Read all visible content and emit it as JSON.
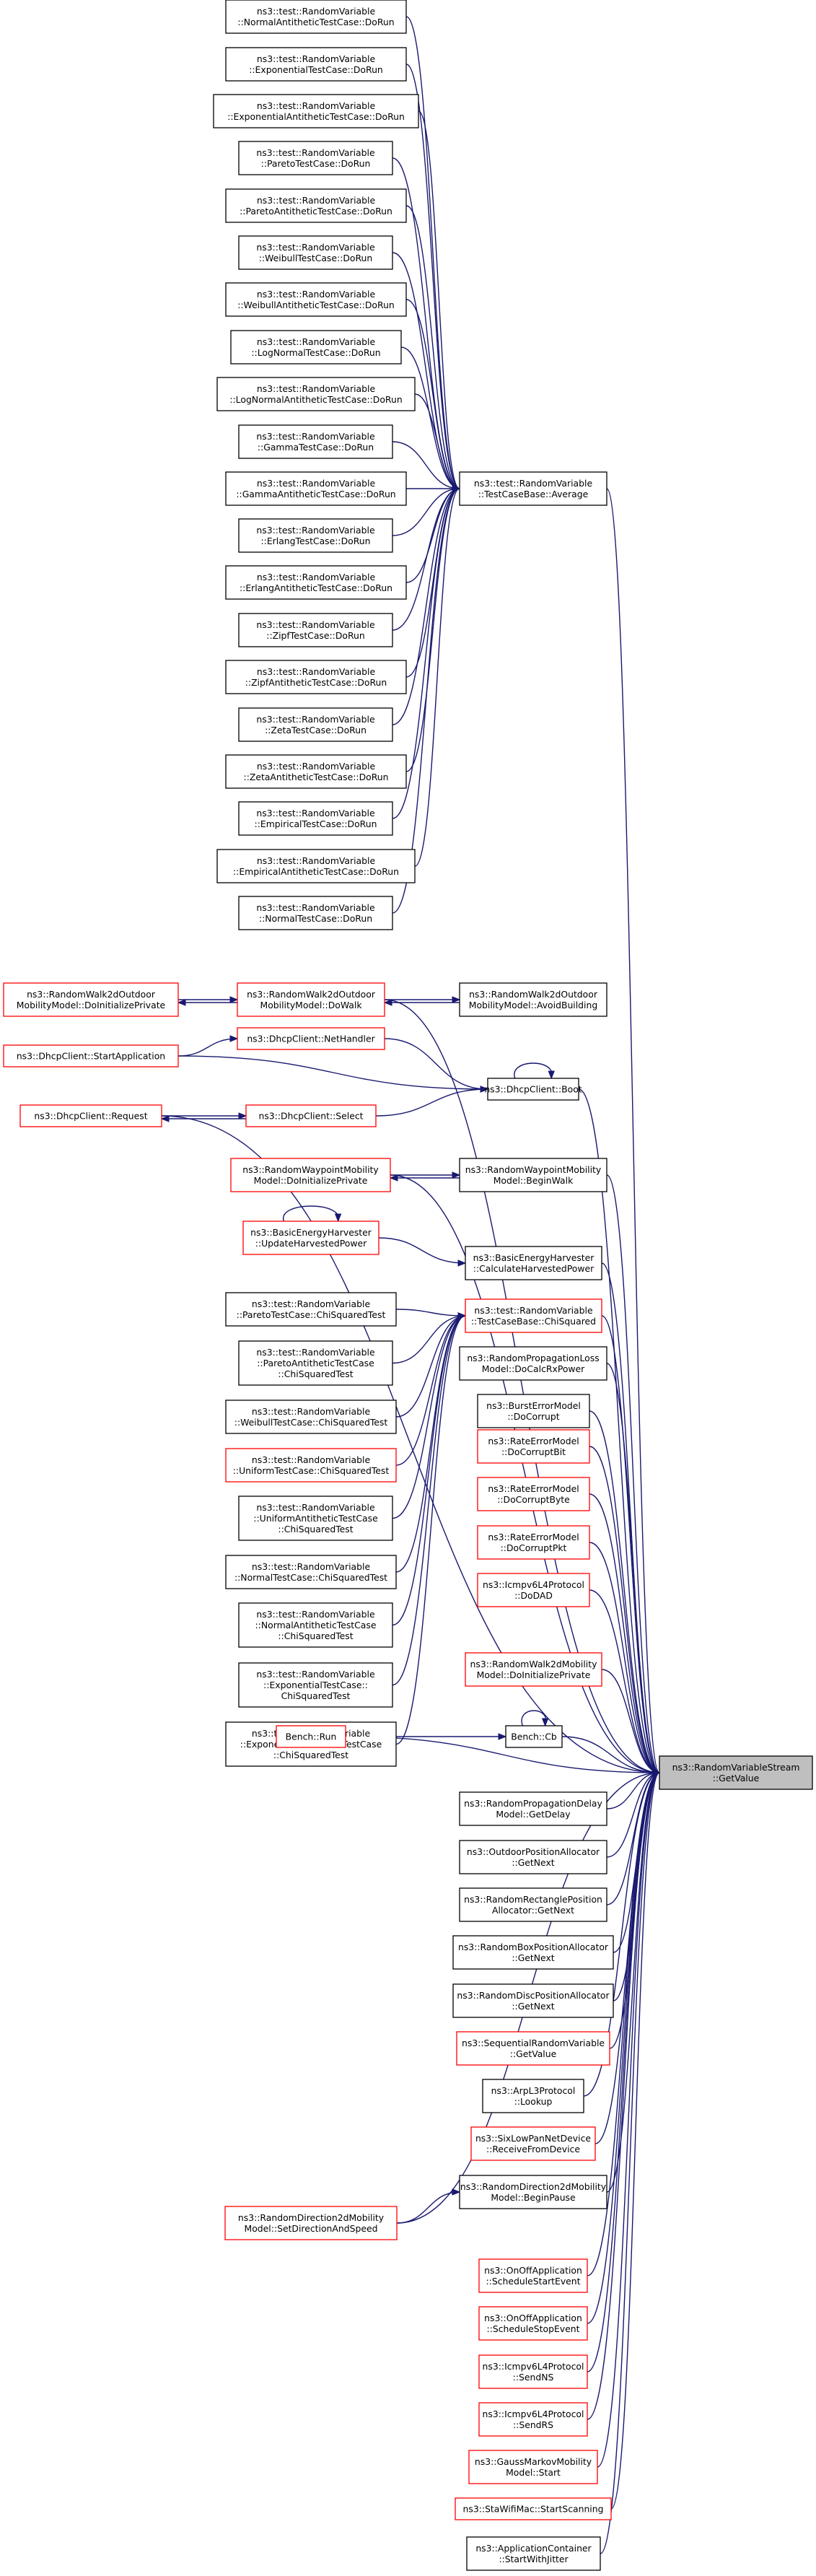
{
  "colors": {
    "edge": "#191970",
    "red_border": "#ff0000",
    "black_border": "#000000",
    "target_fill": "#bfbfbf"
  },
  "nodes": [
    {
      "id": "n1",
      "lines": [
        "ns3::test::RandomVariable",
        "::NormalAntitheticTestCase::DoRun"
      ],
      "style": "black"
    },
    {
      "id": "n2",
      "lines": [
        "ns3::test::RandomVariable",
        "::ExponentialTestCase::DoRun"
      ],
      "style": "black"
    },
    {
      "id": "n3",
      "lines": [
        "ns3::test::RandomVariable",
        "::ExponentialAntitheticTestCase::DoRun"
      ],
      "style": "black"
    },
    {
      "id": "n4",
      "lines": [
        "ns3::test::RandomVariable",
        "::ParetoTestCase::DoRun"
      ],
      "style": "black"
    },
    {
      "id": "n5",
      "lines": [
        "ns3::test::RandomVariable",
        "::ParetoAntitheticTestCase::DoRun"
      ],
      "style": "black"
    },
    {
      "id": "n6",
      "lines": [
        "ns3::test::RandomVariable",
        "::WeibullTestCase::DoRun"
      ],
      "style": "black"
    },
    {
      "id": "n7",
      "lines": [
        "ns3::test::RandomVariable",
        "::WeibullAntitheticTestCase::DoRun"
      ],
      "style": "black"
    },
    {
      "id": "n8",
      "lines": [
        "ns3::test::RandomVariable",
        "::LogNormalTestCase::DoRun"
      ],
      "style": "black"
    },
    {
      "id": "n9",
      "lines": [
        "ns3::test::RandomVariable",
        "::LogNormalAntitheticTestCase::DoRun"
      ],
      "style": "black"
    },
    {
      "id": "n10",
      "lines": [
        "ns3::test::RandomVariable",
        "::GammaTestCase::DoRun"
      ],
      "style": "black"
    },
    {
      "id": "n11",
      "lines": [
        "ns3::test::RandomVariable",
        "::GammaAntitheticTestCase::DoRun"
      ],
      "style": "black"
    },
    {
      "id": "n12",
      "lines": [
        "ns3::test::RandomVariable",
        "::ErlangTestCase::DoRun"
      ],
      "style": "black"
    },
    {
      "id": "n13",
      "lines": [
        "ns3::test::RandomVariable",
        "::ErlangAntitheticTestCase::DoRun"
      ],
      "style": "black"
    },
    {
      "id": "n14",
      "lines": [
        "ns3::test::RandomVariable",
        "::ZipfTestCase::DoRun"
      ],
      "style": "black"
    },
    {
      "id": "n15",
      "lines": [
        "ns3::test::RandomVariable",
        "::ZipfAntitheticTestCase::DoRun"
      ],
      "style": "black"
    },
    {
      "id": "n16",
      "lines": [
        "ns3::test::RandomVariable",
        "::ZetaTestCase::DoRun"
      ],
      "style": "black"
    },
    {
      "id": "n17",
      "lines": [
        "ns3::test::RandomVariable",
        "::ZetaAntitheticTestCase::DoRun"
      ],
      "style": "black"
    },
    {
      "id": "n18",
      "lines": [
        "ns3::test::RandomVariable",
        "::EmpiricalTestCase::DoRun"
      ],
      "style": "black"
    },
    {
      "id": "n19",
      "lines": [
        "ns3::test::RandomVariable",
        "::EmpiricalAntitheticTestCase::DoRun"
      ],
      "style": "black"
    },
    {
      "id": "n20",
      "lines": [
        "ns3::test::RandomVariable",
        "::NormalTestCase::DoRun"
      ],
      "style": "black"
    },
    {
      "id": "avg",
      "lines": [
        "ns3::test::RandomVariable",
        "::TestCaseBase::Average"
      ],
      "style": "black"
    },
    {
      "id": "rw_init",
      "lines": [
        "ns3::RandomWalk2dOutdoor",
        "MobilityModel::DoInitializePrivate"
      ],
      "style": "red"
    },
    {
      "id": "rw_walk",
      "lines": [
        "ns3::RandomWalk2dOutdoor",
        "MobilityModel::DoWalk"
      ],
      "style": "red"
    },
    {
      "id": "rw_avoid",
      "lines": [
        "ns3::RandomWalk2dOutdoor",
        "MobilityModel::AvoidBuilding"
      ],
      "style": "black"
    },
    {
      "id": "dhcp_start",
      "lines": [
        "ns3::DhcpClient::StartApplication"
      ],
      "style": "red"
    },
    {
      "id": "dhcp_net",
      "lines": [
        "ns3::DhcpClient::NetHandler"
      ],
      "style": "red"
    },
    {
      "id": "dhcp_boot",
      "lines": [
        "ns3::DhcpClient::Boot"
      ],
      "style": "black"
    },
    {
      "id": "dhcp_req",
      "lines": [
        "ns3::DhcpClient::Request"
      ],
      "style": "red"
    },
    {
      "id": "dhcp_sel",
      "lines": [
        "ns3::DhcpClient::Select"
      ],
      "style": "red"
    },
    {
      "id": "rwp_init",
      "lines": [
        "ns3::RandomWaypointMobility",
        "Model::DoInitializePrivate"
      ],
      "style": "red"
    },
    {
      "id": "rwp_begin",
      "lines": [
        "ns3::RandomWaypointMobility",
        "Model::BeginWalk"
      ],
      "style": "black"
    },
    {
      "id": "beh_upd",
      "lines": [
        "ns3::BasicEnergyHarvester",
        "::UpdateHarvestedPower"
      ],
      "style": "red"
    },
    {
      "id": "beh_calc",
      "lines": [
        "ns3::BasicEnergyHarvester",
        "::CalculateHarvestedPower"
      ],
      "style": "black"
    },
    {
      "id": "c1",
      "lines": [
        "ns3::test::RandomVariable",
        "::ParetoTestCase::ChiSquaredTest"
      ],
      "style": "black"
    },
    {
      "id": "c2",
      "lines": [
        "ns3::test::RandomVariable",
        "::ParetoAntitheticTestCase",
        "::ChiSquaredTest"
      ],
      "style": "black"
    },
    {
      "id": "c3",
      "lines": [
        "ns3::test::RandomVariable",
        "::WeibullTestCase::ChiSquaredTest"
      ],
      "style": "black"
    },
    {
      "id": "c4",
      "lines": [
        "ns3::test::RandomVariable",
        "::UniformTestCase::ChiSquaredTest"
      ],
      "style": "red"
    },
    {
      "id": "c5",
      "lines": [
        "ns3::test::RandomVariable",
        "::UniformAntitheticTestCase",
        "::ChiSquaredTest"
      ],
      "style": "black"
    },
    {
      "id": "c6",
      "lines": [
        "ns3::test::RandomVariable",
        "::NormalTestCase::ChiSquaredTest"
      ],
      "style": "black"
    },
    {
      "id": "c7",
      "lines": [
        "ns3::test::RandomVariable",
        "::NormalAntitheticTestCase",
        "::ChiSquaredTest"
      ],
      "style": "black"
    },
    {
      "id": "c8",
      "lines": [
        "ns3::test::RandomVariable",
        "::ExponentialTestCase::",
        "ChiSquaredTest"
      ],
      "style": "black"
    },
    {
      "id": "c9",
      "lines": [
        "ns3::test::RandomVariable",
        "::ExponentialAntitheticTestCase",
        "::ChiSquaredTest"
      ],
      "style": "black"
    },
    {
      "id": "chi",
      "lines": [
        "ns3::test::RandomVariable",
        "::TestCaseBase::ChiSquared"
      ],
      "style": "red"
    },
    {
      "id": "prop_loss",
      "lines": [
        "ns3::RandomPropagationLoss",
        "Model::DoCalcRxPower"
      ],
      "style": "black"
    },
    {
      "id": "burst",
      "lines": [
        "ns3::BurstErrorModel",
        "::DoCorrupt"
      ],
      "style": "black"
    },
    {
      "id": "rate_bit",
      "lines": [
        "ns3::RateErrorModel",
        "::DoCorruptBit"
      ],
      "style": "red"
    },
    {
      "id": "rate_byte",
      "lines": [
        "ns3::RateErrorModel",
        "::DoCorruptByte"
      ],
      "style": "red"
    },
    {
      "id": "rate_pkt",
      "lines": [
        "ns3::RateErrorModel",
        "::DoCorruptPkt"
      ],
      "style": "red"
    },
    {
      "id": "icmp_dad",
      "lines": [
        "ns3::Icmpv6L4Protocol",
        "::DoDAD"
      ],
      "style": "red"
    },
    {
      "id": "rw2d_init",
      "lines": [
        "ns3::RandomWalk2dMobility",
        "Model::DoInitializePrivate"
      ],
      "style": "red"
    },
    {
      "id": "bench_run",
      "lines": [
        "Bench::Run"
      ],
      "style": "red"
    },
    {
      "id": "bench_cb",
      "lines": [
        "Bench::Cb"
      ],
      "style": "black"
    },
    {
      "id": "target",
      "lines": [
        "ns3::RandomVariableStream",
        "::GetValue"
      ],
      "style": "grey"
    },
    {
      "id": "prop_delay",
      "lines": [
        "ns3::RandomPropagationDelay",
        "Model::GetDelay"
      ],
      "style": "black"
    },
    {
      "id": "outdoor_pos",
      "lines": [
        "ns3::OutdoorPositionAllocator",
        "::GetNext"
      ],
      "style": "black"
    },
    {
      "id": "rect_pos",
      "lines": [
        "ns3::RandomRectanglePosition",
        "Allocator::GetNext"
      ],
      "style": "black"
    },
    {
      "id": "box_pos",
      "lines": [
        "ns3::RandomBoxPositionAllocator",
        "::GetNext"
      ],
      "style": "black"
    },
    {
      "id": "disc_pos",
      "lines": [
        "ns3::RandomDiscPositionAllocator",
        "::GetNext"
      ],
      "style": "black"
    },
    {
      "id": "seq_rv",
      "lines": [
        "ns3::SequentialRandomVariable",
        "::GetValue"
      ],
      "style": "red"
    },
    {
      "id": "arp",
      "lines": [
        "ns3::ArpL3Protocol",
        "::Lookup"
      ],
      "style": "black"
    },
    {
      "id": "sixlow",
      "lines": [
        "ns3::SixLowPanNetDevice",
        "::ReceiveFromDevice"
      ],
      "style": "red"
    },
    {
      "id": "rd2d_pause",
      "lines": [
        "ns3::RandomDirection2dMobility",
        "Model::BeginPause"
      ],
      "style": "black"
    },
    {
      "id": "rd2d_set",
      "lines": [
        "ns3::RandomDirection2dMobility",
        "Model::SetDirectionAndSpeed"
      ],
      "style": "red"
    },
    {
      "id": "onoff_start",
      "lines": [
        "ns3::OnOffApplication",
        "::ScheduleStartEvent"
      ],
      "style": "red"
    },
    {
      "id": "onoff_stop",
      "lines": [
        "ns3::OnOffApplication",
        "::ScheduleStopEvent"
      ],
      "style": "red"
    },
    {
      "id": "icmp_ns",
      "lines": [
        "ns3::Icmpv6L4Protocol",
        "::SendNS"
      ],
      "style": "red"
    },
    {
      "id": "icmp_rs",
      "lines": [
        "ns3::Icmpv6L4Protocol",
        "::SendRS"
      ],
      "style": "red"
    },
    {
      "id": "gm_start",
      "lines": [
        "ns3::GaussMarkovMobility",
        "Model::Start"
      ],
      "style": "red"
    },
    {
      "id": "sta_scan",
      "lines": [
        "ns3::StaWifiMac::StartScanning"
      ],
      "style": "red"
    },
    {
      "id": "app_jitter",
      "lines": [
        "ns3::ApplicationContainer",
        "::StartWithJitter"
      ],
      "style": "black"
    }
  ]
}
